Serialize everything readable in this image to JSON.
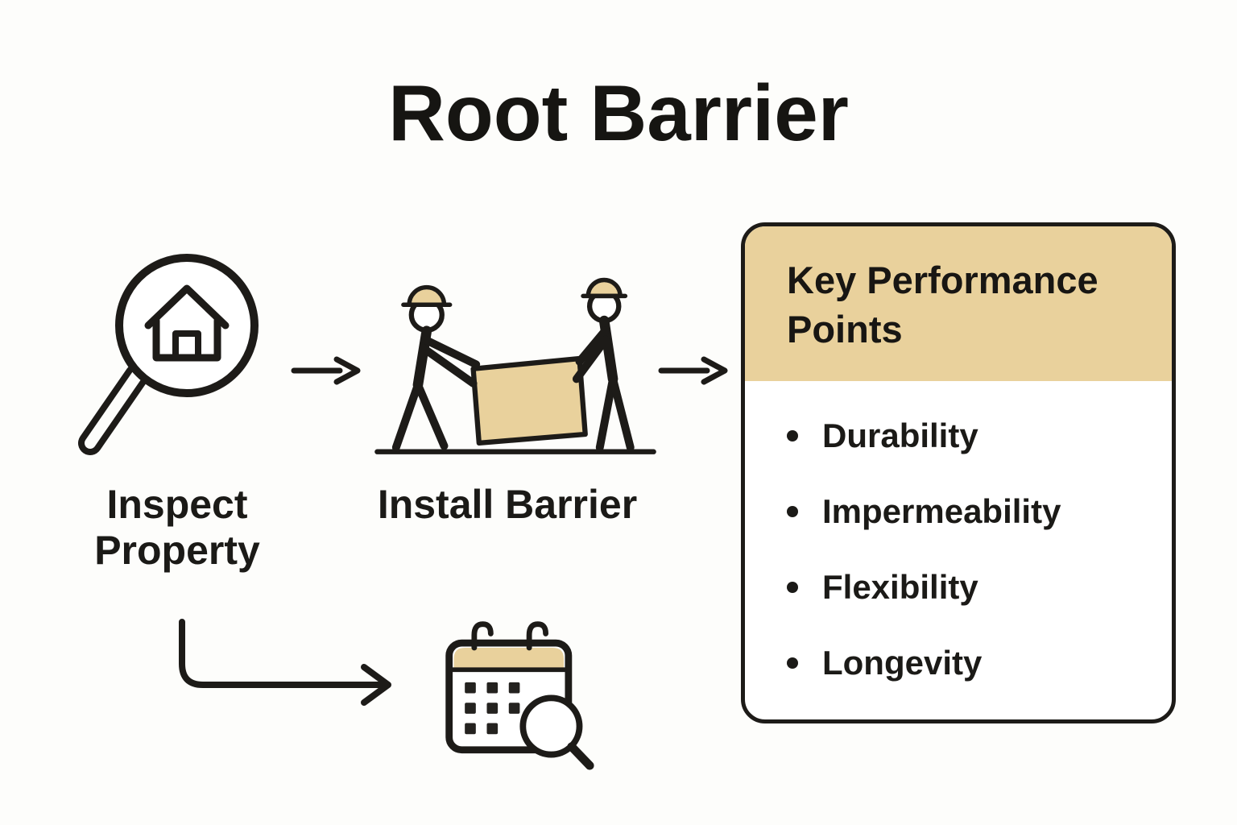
{
  "title": "Root Barrier",
  "flow": {
    "step1": {
      "label": "Inspect Property",
      "icon": "magnifier-house-icon"
    },
    "step2": {
      "label": "Install Barrier",
      "icon": "workers-carrying-barrier-icon"
    },
    "schedule_icon": "calendar-search-icon",
    "connector_icons": [
      "arrow-right-icon",
      "arrow-right-icon",
      "elbow-arrow-icon"
    ]
  },
  "card": {
    "title": "Key Performance Points",
    "items": [
      "Durability",
      "Impermeability",
      "Flexibility",
      "Longevity"
    ]
  },
  "colors": {
    "ink": "#1d1b18",
    "accent_tan": "#e9d19c",
    "background": "#fdfdfb",
    "card_background": "#ffffff"
  }
}
